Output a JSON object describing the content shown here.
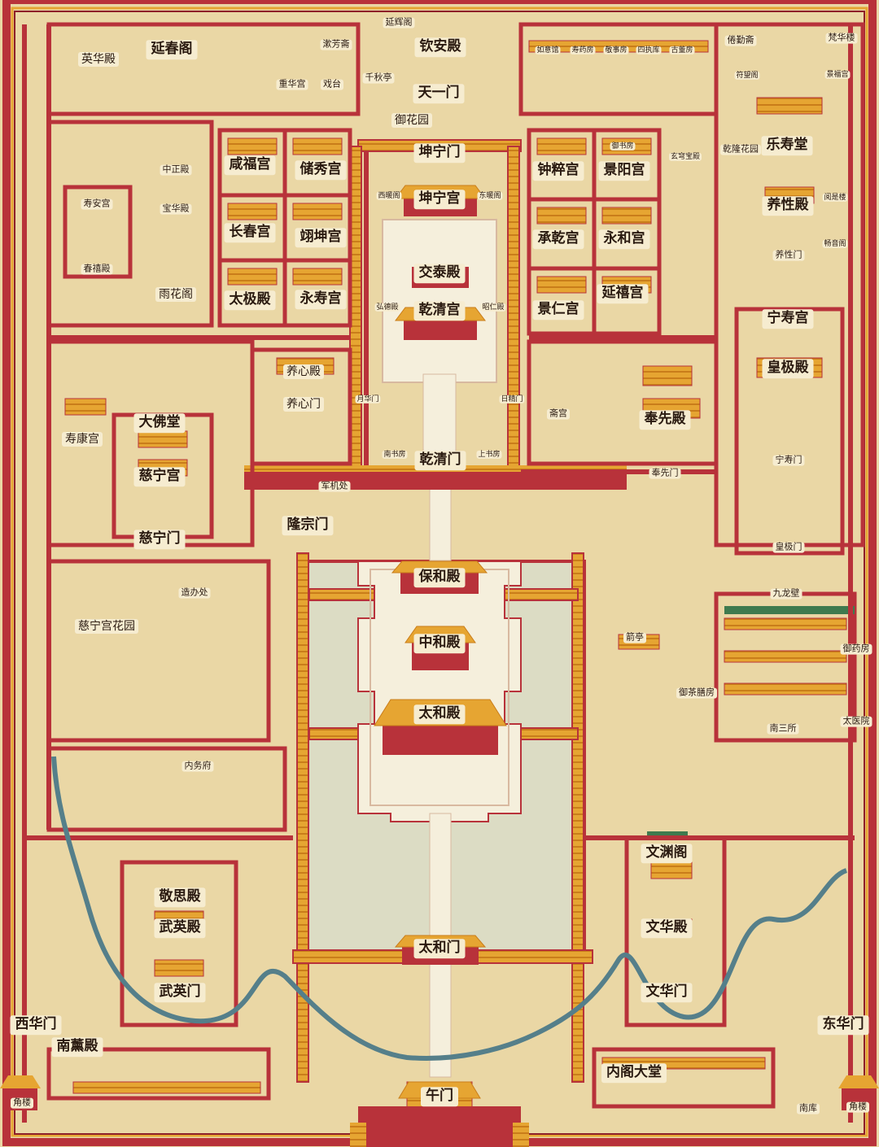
{
  "colors": {
    "ground": "#ead7a5",
    "wall": "#b8323a",
    "wall_dark": "#8e1f28",
    "roof": "#e6a532",
    "roof_dark": "#c97d1a",
    "plaza": "#dcdcc4",
    "terrace": "#f5efdc",
    "river": "#557f8a",
    "label_bg": "#f6ecd0",
    "label_text": "#2a1a10",
    "green_roof": "#3f7a4e"
  },
  "labels": {
    "yanhuige": "延辉阁",
    "qinandian": "钦安殿",
    "tianyimen": "天一门",
    "yuhuayuan": "御花园",
    "qianqiuting": "千秋亭",
    "shufangzhai": "漱芳斋",
    "chonghuagong": "重华宫",
    "xitai": "戏台",
    "yanchunge": "延春阁",
    "yinghuadian": "英华殿",
    "ruyiguan": "如意馆",
    "shouyaofang": "寿药房",
    "jingshifang": "敬事房",
    "sizhifang": "四执库",
    "gudongfang": "古董房",
    "juanqinzhai": "倦勤斋",
    "fuwangge": "符望阁",
    "fanhualou": "梵华楼",
    "jingfugong": "景福宫",
    "qianlonghuayuan": "乾隆花园",
    "leshoutang": "乐寿堂",
    "yangxingdian": "养性殿",
    "yueshilou": "阅是楼",
    "changyinge": "畅音阁",
    "yangxingmen": "养性门",
    "kunningmen": "坤宁门",
    "kunninggong": "坤宁宫",
    "xinuange": "西暖阁",
    "dongnuange": "东暖阁",
    "jiaotaidian": "交泰殿",
    "qianqinggong": "乾清宫",
    "hongdedian": "弘德殿",
    "zhaorendian": "昭仁殿",
    "yuehuamen": "月华门",
    "rijingmen": "日精门",
    "nanshufang": "南书房",
    "shangshufang": "上书房",
    "qianqingmen": "乾清门",
    "junjichu": "军机处",
    "yushufang": "御书房",
    "xuanqiongbaodian": "玄穹宝殿",
    "zhongcuigong": "钟粹宫",
    "jingyanggong": "景阳宫",
    "chengqiangong": "承乾宫",
    "yonghegong": "永和宫",
    "jingrengong": "景仁宫",
    "yanxigong": "延禧宫",
    "zhaigong": "斋宫",
    "fengxiandian": "奉先殿",
    "fengxianmen": "奉先门",
    "ningshougong": "宁寿宫",
    "huangjidian": "皇极殿",
    "ningshoumen": "宁寿门",
    "huangjimen": "皇极门",
    "jiulongbi": "九龙壁",
    "yuyaofang": "御药房",
    "yuchashanfang": "御茶膳房",
    "nansansuo": "南三所",
    "taiyiyuan": "太医院",
    "jianting": "箭亭",
    "zhongzhengdian": "中正殿",
    "baohuadian": "宝华殿",
    "xianfugong": "咸福宫",
    "chuxiugong": "储秀宫",
    "changchungong": "长春宫",
    "yikungong": "翊坤宫",
    "taijidian": "太极殿",
    "yongshougong": "永寿宫",
    "yuhuage": "雨花阁",
    "shouangong": "寿安宫",
    "chunxidian": "春禧殿",
    "yangxindian": "养心殿",
    "yangxinmen": "养心门",
    "shoukanggong": "寿康宫",
    "dafotang": "大佛堂",
    "cininggong": "慈宁宫",
    "ciningmen": "慈宁门",
    "longzongmen": "隆宗门",
    "zaobanchu": "造办处",
    "ciningggonghuayuan": "慈宁宫花园",
    "neiwufu": "内务府",
    "baohedian": "保和殿",
    "zhonghedian": "中和殿",
    "taihedian": "太和殿",
    "taihemen": "太和门",
    "wumen": "午门",
    "wenyuange": "文渊阁",
    "wenhuadian": "文华殿",
    "wenhuamen": "文华门",
    "neigedatang": "内阁大堂",
    "donghuamen": "东华门",
    "nanku": "南库",
    "jiaolou_e": "角楼",
    "jiaolou_w": "角楼",
    "xihuamen": "西华门",
    "nanxundian": "南薰殿",
    "jingsidian": "敬思殿",
    "wuyingdian": "武英殿",
    "wuyingmen": "武英门"
  }
}
